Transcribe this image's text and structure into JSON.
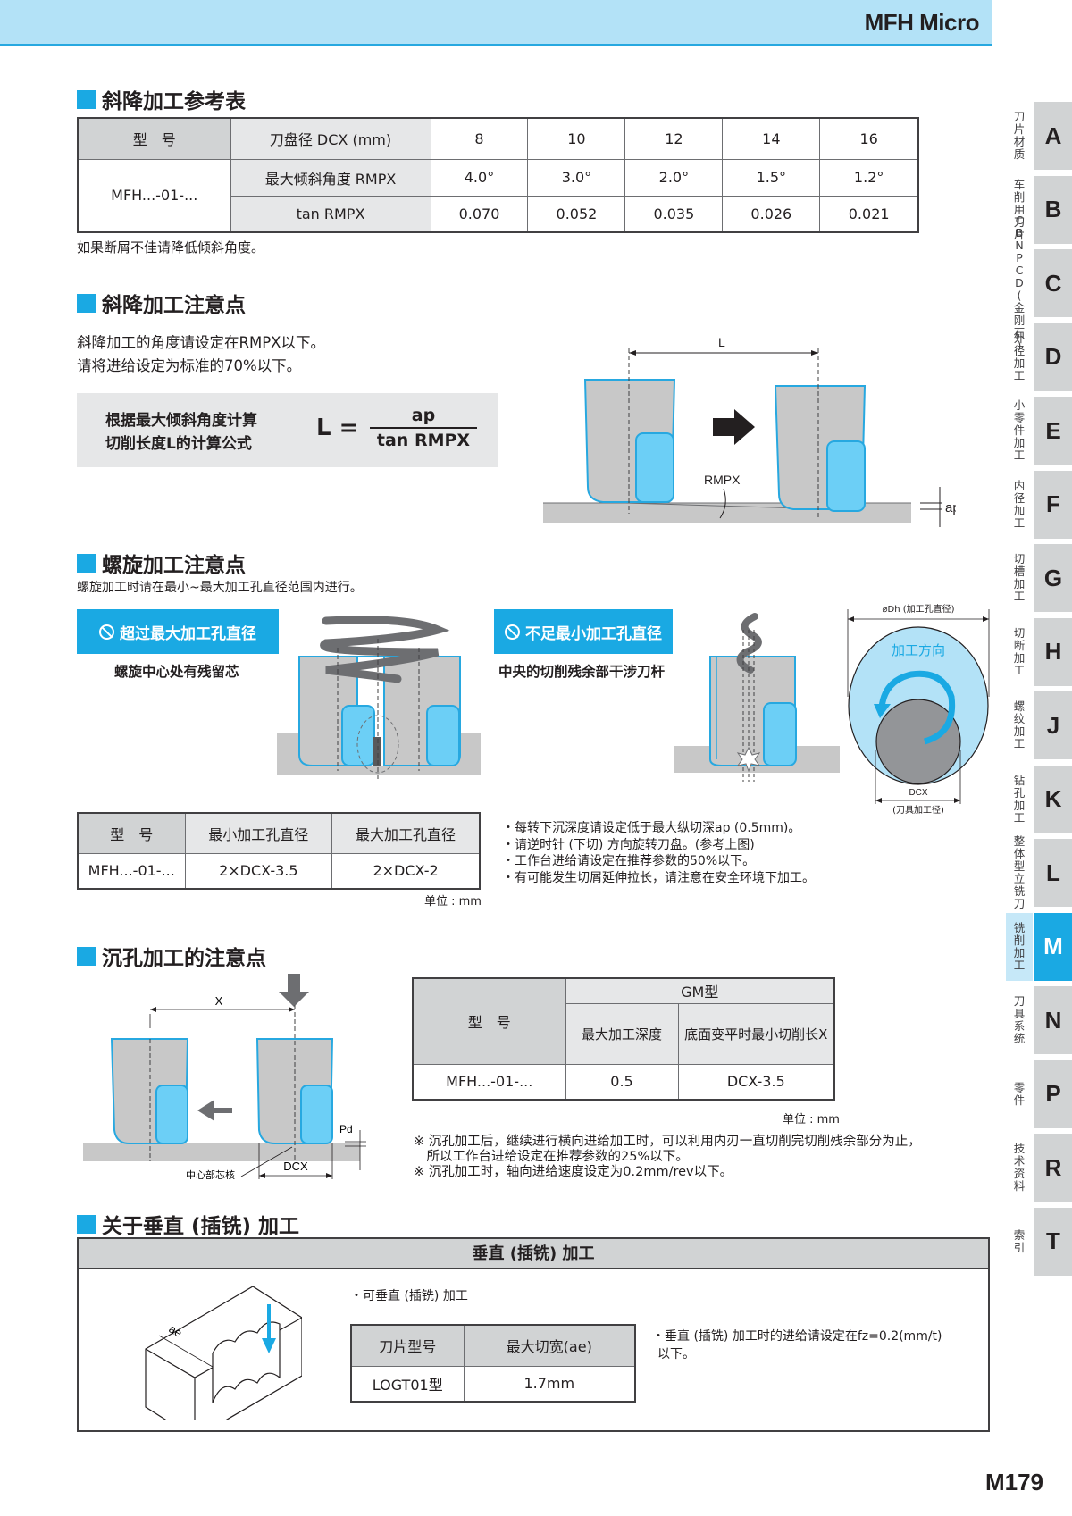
{
  "header": {
    "title": "MFH Micro"
  },
  "ramping_table": {
    "title": "斜降加工参考表",
    "headers": {
      "model": "型　号",
      "dcx": "刀盘径 DCX (mm)"
    },
    "dcx_values": [
      "8",
      "10",
      "12",
      "14",
      "16"
    ],
    "model": "MFH...-01-...",
    "rows": [
      {
        "label": "最大倾斜角度 RMPX",
        "values": [
          "4.0°",
          "3.0°",
          "2.0°",
          "1.5°",
          "1.2°"
        ]
      },
      {
        "label": "tan RMPX",
        "values": [
          "0.070",
          "0.052",
          "0.035",
          "0.026",
          "0.021"
        ]
      }
    ],
    "note": "如果断屑不佳请降低倾斜角度。"
  },
  "ramping_notes": {
    "title": "斜降加工注意点",
    "lines": [
      "斜降加工的角度请设定在RMPX以下。",
      "请将进给设定为标准的70%以下。"
    ],
    "formula_label_1": "根据最大倾斜角度计算",
    "formula_label_2": "切削长度L的计算公式",
    "formula_lhs": "L =",
    "formula_num": "ap",
    "formula_den": "tan RMPX",
    "diagram": {
      "L": "L",
      "angle": "RMPX",
      "depth": "ap"
    }
  },
  "helical": {
    "title": "螺旋加工注意点",
    "subtitle": "螺旋加工时请在最小~最大加工孔直径范围内进行。",
    "warn_max": {
      "badge": "超过最大加工孔直径",
      "caption": "螺旋中心处有残留芯"
    },
    "warn_min": {
      "badge": "不足最小加工孔直径",
      "caption": "中央的切削残余部干涉刀杆"
    },
    "circle": {
      "dh": "⌀Dh (加工孔直径)",
      "direction": "加工方向",
      "dcx": "DCX",
      "dcx_sub": "(刀具加工径)"
    },
    "table": {
      "headers": [
        "型　号",
        "最小加工孔直径",
        "最大加工孔直径"
      ],
      "row": [
        "MFH...-01-...",
        "2×DCX-3.5",
        "2×DCX-2"
      ],
      "unit": "单位 : mm"
    },
    "bullets": [
      "・每转下沉深度请设定低于最大纵切深ap (0.5mm)。",
      "・请逆时针 (下切) 方向旋转刀盘。(参考上图)",
      "・工作台进给请设定在推荐参数的50%以下。",
      "・有可能发生切屑延伸拉长，请注意在安全环境下加工。"
    ]
  },
  "counterbore": {
    "title": "沉孔加工的注意点",
    "diagram": {
      "x": "X",
      "pd": "Pd",
      "dcx": "DCX",
      "core": "中心部芯核"
    },
    "table": {
      "model_header": "型　号",
      "group_header": "GM型",
      "col1": "最大加工深度",
      "col2": "底面变平时最小切削长X",
      "row": [
        "MFH...-01-...",
        "0.5",
        "DCX-3.5"
      ],
      "unit": "单位 : mm"
    },
    "notes": [
      "※ 沉孔加工后，继续进行横向进给加工时，可以利用内刃一直切削完切削残余部分为止，",
      "　所以工作台进给设定在推荐参数的25%以下。",
      "※ 沉孔加工时，轴向进给速度设定为0.2mm/rev以下。"
    ]
  },
  "plunge": {
    "title": "关于垂直 (插铣) 加工",
    "box_header": "垂直 (插铣) 加工",
    "possible": "・可垂直 (插铣) 加工",
    "table": {
      "headers": [
        "刀片型号",
        "最大切宽(ae)"
      ],
      "row": [
        "LOGT01型",
        "1.7mm"
      ]
    },
    "note_1": "・垂直 (插铣) 加工时的进给请设定在fz=0.2(mm/t)",
    "note_2": "以下。",
    "diagram_label": "ae"
  },
  "side_index": [
    {
      "letter": "A",
      "label": "刀片材质"
    },
    {
      "letter": "B",
      "label": "车削用刀片"
    },
    {
      "letter": "C",
      "label": "CBN PCD(金刚石)"
    },
    {
      "letter": "D",
      "label": "外径加工"
    },
    {
      "letter": "E",
      "label": "小零件加工"
    },
    {
      "letter": "F",
      "label": "内径加工"
    },
    {
      "letter": "G",
      "label": "切槽加工"
    },
    {
      "letter": "H",
      "label": "切断加工"
    },
    {
      "letter": "J",
      "label": "螺纹加工"
    },
    {
      "letter": "K",
      "label": "钻孔加工"
    },
    {
      "letter": "L",
      "label": "整体型立铣刀"
    },
    {
      "letter": "M",
      "label": "铣削加工",
      "active": true
    },
    {
      "letter": "N",
      "label": "刀具系统"
    },
    {
      "letter": "P",
      "label": "零件"
    },
    {
      "letter": "R",
      "label": "技术资料"
    },
    {
      "letter": "T",
      "label": "索引"
    }
  ],
  "colors": {
    "accent": "#1aa9e3",
    "header_bg": "#b3e2f7",
    "table_header": "#d1d3d4",
    "insert_blue": "#6ccff6"
  },
  "page_number": "M179"
}
